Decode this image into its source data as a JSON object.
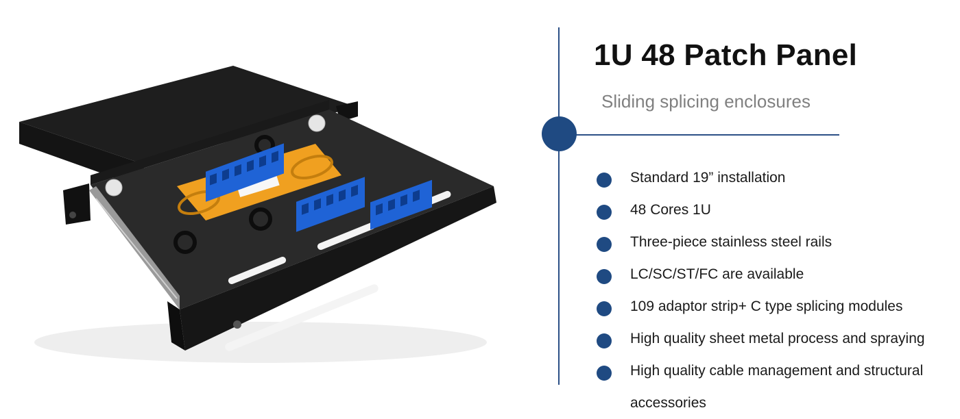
{
  "header": {
    "title": "1U 48 Patch Panel",
    "subtitle": "Sliding splicing enclosures"
  },
  "features": [
    "Standard 19”   installation",
    "48 Cores 1U",
    "Three-piece stainless steel rails",
    "LC/SC/ST/FC are available",
    "109 adaptor strip+ C type splicing modules",
    "High quality sheet metal process and spraying",
    "High quality cable management and structural accessories"
  ],
  "colors": {
    "accent": "#1f4a82",
    "title": "#111111",
    "subtitle": "#808080",
    "adapter_blue": "#1f63d6",
    "splice_tray": "#f0a020",
    "enclosure": "#1d1d1d"
  }
}
